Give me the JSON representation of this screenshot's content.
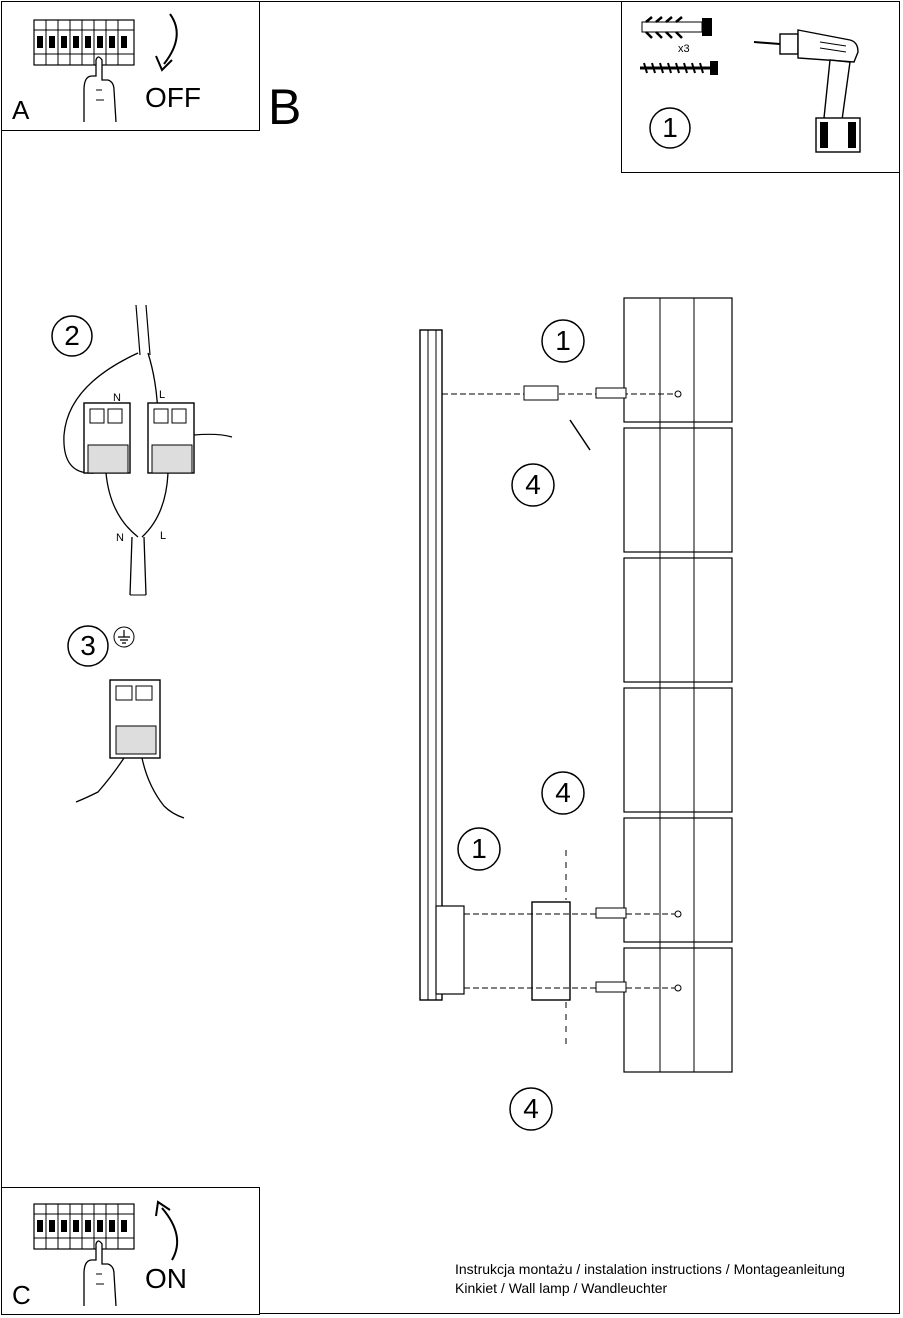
{
  "steps": {
    "a": {
      "letter": "A",
      "action": "OFF"
    },
    "b": {
      "letter": "B"
    },
    "c": {
      "letter": "C",
      "action": "ON"
    }
  },
  "tools": {
    "quantity": "x3",
    "step": "1"
  },
  "wiring": {
    "step": "2",
    "neutral": "N",
    "live": "L"
  },
  "earth": {
    "step": "3"
  },
  "callouts": {
    "screw_top": "1",
    "key_top": "4",
    "screw_bottom": "1",
    "key_mid": "4",
    "key_bottom": "4"
  },
  "footer": {
    "line1": "Instrukcja montażu / instalation instructions / Montageanleitung",
    "line2": "Kinkiet / Wall lamp / Wandleuchter"
  }
}
